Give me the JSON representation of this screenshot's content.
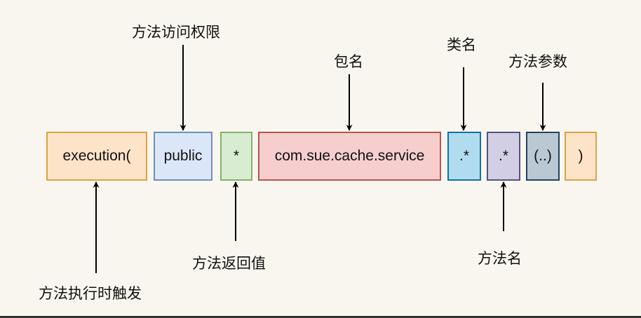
{
  "diagram": {
    "title": "AspectJ execution pointcut expression breakdown",
    "segments": [
      {
        "id": "execution",
        "text": "execution(",
        "fill": "#fde3c8",
        "stroke": "#d9a441"
      },
      {
        "id": "modifier",
        "text": "public",
        "fill": "#dbe7f8",
        "stroke": "#6d8ebf"
      },
      {
        "id": "return-type",
        "text": "*",
        "fill": "#d8ecd2",
        "stroke": "#82b366"
      },
      {
        "id": "package",
        "text": "com.sue.cache.service",
        "fill": "#f6cece",
        "stroke": "#b85450"
      },
      {
        "id": "class",
        "text": ".*",
        "fill": "#b1dcef",
        "stroke": "#10739e"
      },
      {
        "id": "method",
        "text": ".*",
        "fill": "#d2cfe5",
        "stroke": "#56517e"
      },
      {
        "id": "params",
        "text": "(..)",
        "fill": "#bac8d3",
        "stroke": "#23445d"
      },
      {
        "id": "close",
        "text": ")",
        "fill": "#fde3c8",
        "stroke": "#d9a441"
      }
    ],
    "annotations": {
      "access_modifier": "方法访问权限",
      "package_name": "包名",
      "class_name": "类名",
      "method_params": "方法参数",
      "return_value": "方法返回值",
      "method_name": "方法名",
      "execution_trigger": "方法执行时触发"
    }
  }
}
